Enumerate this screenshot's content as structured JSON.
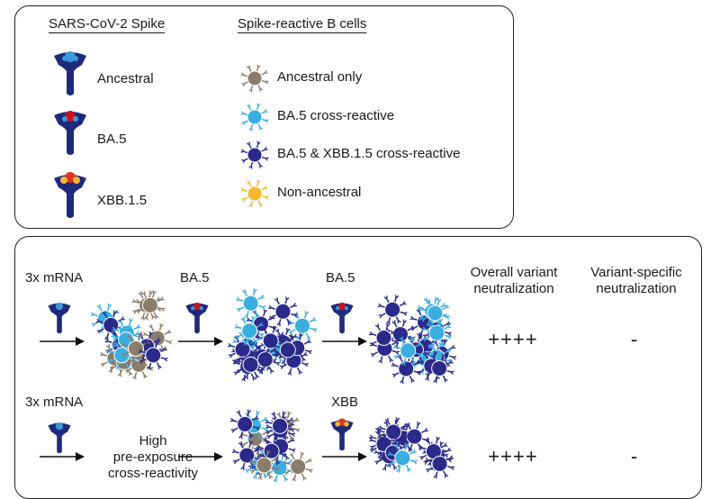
{
  "legend": {
    "spike_header": "SARS-CoV-2 Spike",
    "bcell_header": "Spike-reactive B cells",
    "spike_variants": [
      {
        "label": "Ancestral",
        "tip_color": "#3a9ad9"
      },
      {
        "label": "BA.5",
        "tip_color": "#c8141e"
      },
      {
        "label": "XBB.1.5",
        "tip_color": "#e0341e"
      }
    ],
    "bcell_types": [
      {
        "label": "Ancestral only",
        "color": "#8b7d6b"
      },
      {
        "label": "BA.5 cross-reactive",
        "color": "#3aaee0"
      },
      {
        "label": "BA.5 & XBB.1.5 cross-reactive",
        "color": "#2b2a8a"
      },
      {
        "label": "Non-ancestral",
        "color": "#f7b733"
      }
    ]
  },
  "scheme": {
    "col_overall": "Overall variant neutralization",
    "col_overall_l1": "Overall variant",
    "col_overall_l2": "neutralization",
    "col_specific_l1": "Variant-specific",
    "col_specific_l2": "neutralization",
    "row1": {
      "label_1": "3x mRNA",
      "label_2": "BA.5",
      "label_3": "BA.5",
      "overall": "++++",
      "specific": "-"
    },
    "row2": {
      "label_1": "3x mRNA",
      "text_l1": "High",
      "text_l2": "pre-exposure",
      "text_l3": "cross-reactivity",
      "label_3": "XBB",
      "overall": "++++",
      "specific": "-"
    }
  },
  "colors": {
    "spike_blue": "#1f2a7a",
    "ancestral": "#8b7d6b",
    "cross_ba5": "#3aaee0",
    "cross_xbb": "#2b2a8a",
    "non_ancestral": "#f7b733",
    "outline": "#222222"
  },
  "icons": [
    "spike-icon",
    "bcell-icon",
    "arrow-icon"
  ]
}
